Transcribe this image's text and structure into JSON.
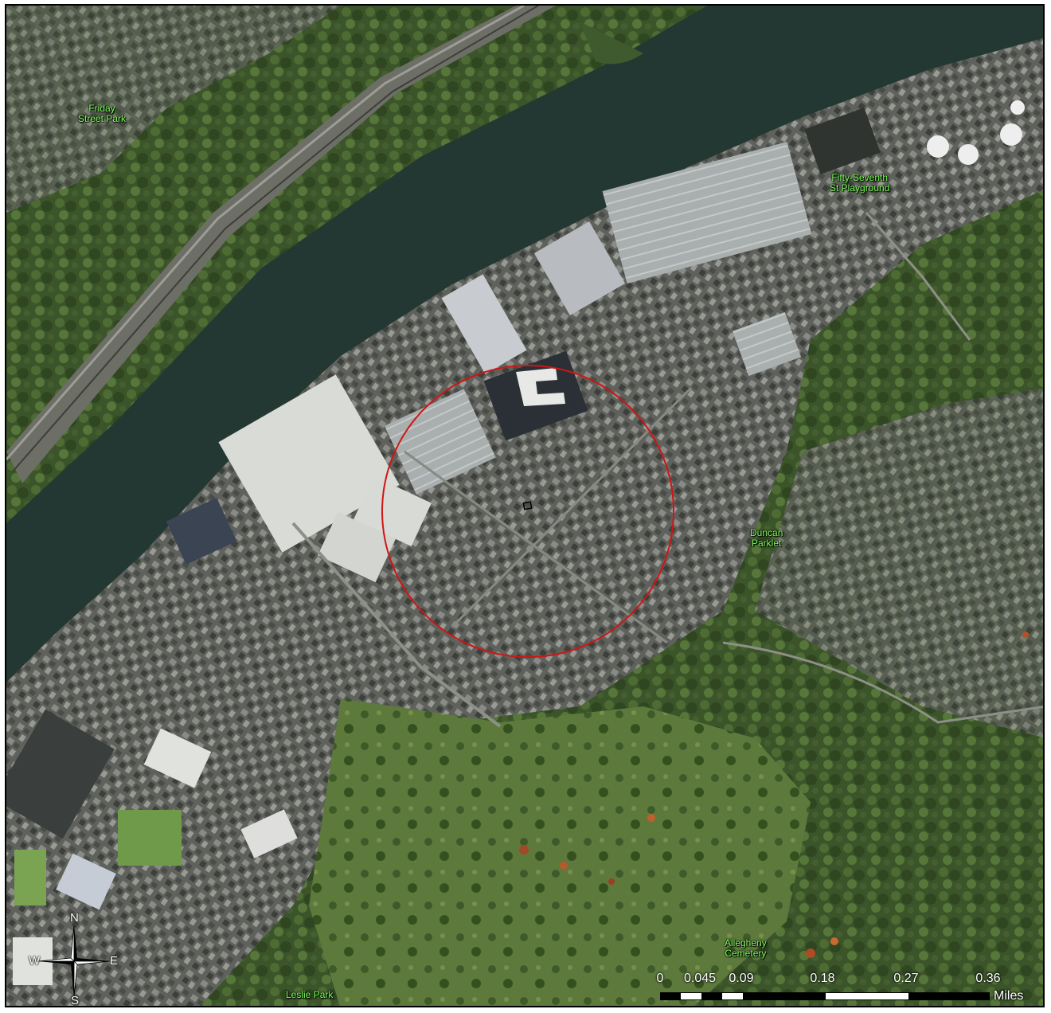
{
  "map": {
    "place_labels": [
      {
        "id": "friday-street-park",
        "lines": [
          "Friday",
          "Street Park"
        ]
      },
      {
        "id": "fifty-seventh-st-playground",
        "lines": [
          "Fifty-Seventh",
          "St Playground"
        ]
      },
      {
        "id": "duncan-parklet",
        "lines": [
          "Duncan",
          "Parklet"
        ]
      },
      {
        "id": "allegheny-cemetery",
        "lines": [
          "Allegheny",
          "Cemetery"
        ]
      },
      {
        "id": "leslie-park",
        "lines": [
          "Leslie Park"
        ]
      }
    ],
    "compass": {
      "n": "N",
      "s": "S",
      "e": "E",
      "w": "W"
    },
    "scale_bar": {
      "ticks": [
        "0",
        "0.045",
        "0.09",
        "0.18",
        "0.27",
        "0.36"
      ],
      "unit": "Miles"
    },
    "colors": {
      "river": "#243833",
      "forest": "#3f5a2c",
      "urban": "#6e706a",
      "roof": "#d9dbd6",
      "highlight_circle": "#d01515",
      "park_label": "#7dff5a"
    }
  }
}
